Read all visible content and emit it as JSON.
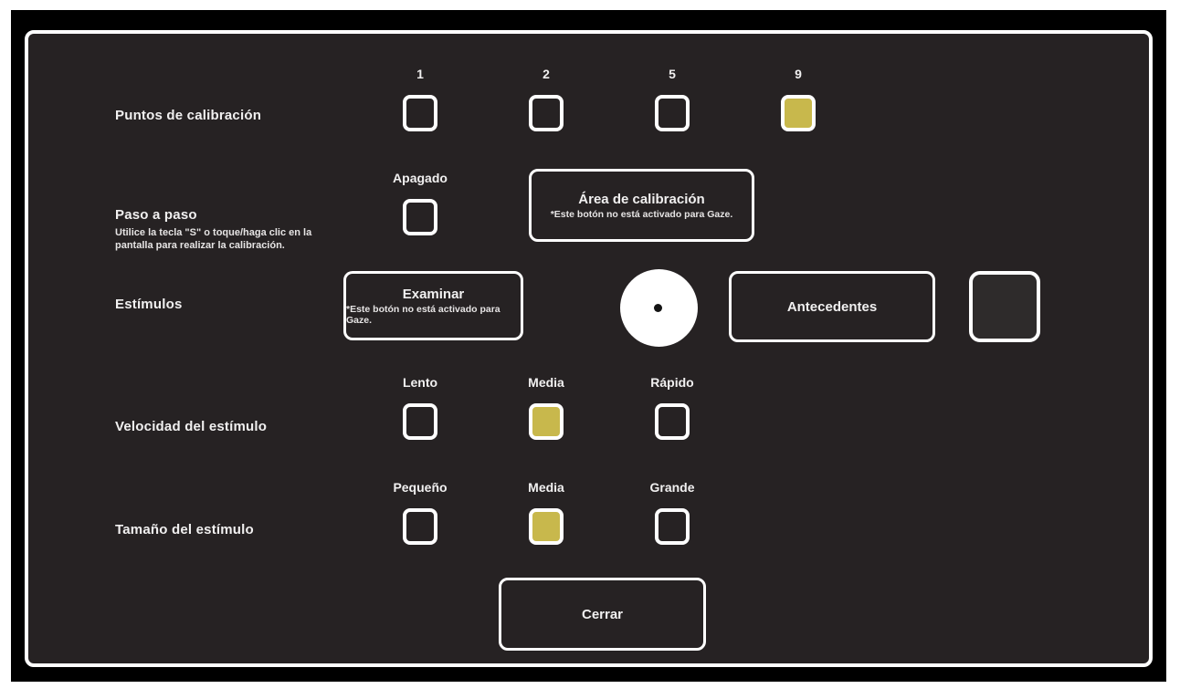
{
  "colors": {
    "page_bg": "#ffffff",
    "frame_bg": "#000000",
    "panel_bg": "#262223",
    "panel_border": "#ffffff",
    "text": "#f1f0f0",
    "note": "#e6e4e4",
    "checkbox_border": "#ffffff",
    "selected_fill": "#c8b84c",
    "swatch_fill": "#2e2b2b",
    "stimulus_fill": "#ffffff",
    "stimulus_dot": "#141414"
  },
  "calibration_points": {
    "label": "Puntos de calibración",
    "options": [
      {
        "label": "1",
        "selected": false
      },
      {
        "label": "2",
        "selected": false
      },
      {
        "label": "5",
        "selected": false
      },
      {
        "label": "9",
        "selected": true
      }
    ]
  },
  "step_by_step": {
    "label": "Paso a paso",
    "caption": "Utilice la tecla \"S\" o toque/haga clic en la pantalla para realizar la calibración.",
    "toggle": {
      "label": "Apagado",
      "selected": false
    },
    "area_button": {
      "label": "Área de calibración",
      "note": "*Este botón no está activado para Gaze."
    }
  },
  "stimuli": {
    "label": "Estímulos",
    "examine_button": {
      "label": "Examinar",
      "note": "*Este botón no está activado para Gaze."
    },
    "background_button": {
      "label": "Antecedentes"
    },
    "preview_icon": "white-circle-with-center-dot",
    "background_swatch": "dark-square-swatch"
  },
  "stimulus_speed": {
    "label": "Velocidad del estímulo",
    "options": [
      {
        "label": "Lento",
        "selected": false
      },
      {
        "label": "Media",
        "selected": true
      },
      {
        "label": "Rápido",
        "selected": false
      }
    ]
  },
  "stimulus_size": {
    "label": "Tamaño del estímulo",
    "options": [
      {
        "label": "Pequeño",
        "selected": false
      },
      {
        "label": "Media",
        "selected": true
      },
      {
        "label": "Grande",
        "selected": false
      }
    ]
  },
  "close_button": {
    "label": "Cerrar"
  }
}
